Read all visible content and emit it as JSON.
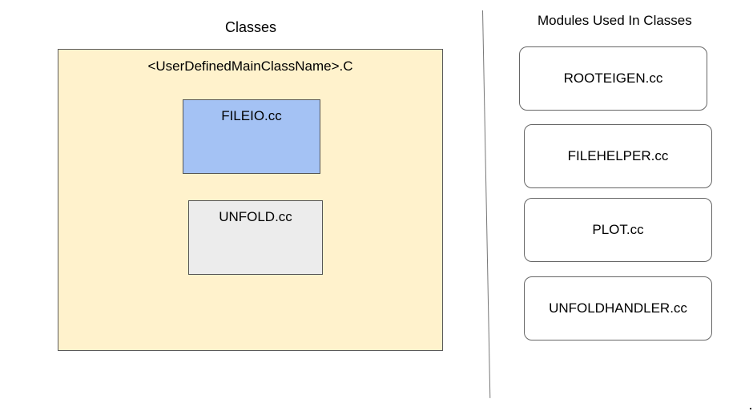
{
  "headings": {
    "classes": "Classes",
    "modules": "Modules Used In Classes"
  },
  "main_class": {
    "title": "<UserDefinedMainClassName>.C",
    "fill_color": "#fff2cc",
    "inner_classes": [
      {
        "label": "FILEIO.cc",
        "fill_color": "#a4c2f4"
      },
      {
        "label": "UNFOLD.cc",
        "fill_color": "#ececec"
      }
    ]
  },
  "modules": [
    {
      "label": "ROOTEIGEN.cc"
    },
    {
      "label": "FILEHELPER.cc"
    },
    {
      "label": "PLOT.cc"
    },
    {
      "label": "UNFOLDHANDLER.cc"
    }
  ]
}
